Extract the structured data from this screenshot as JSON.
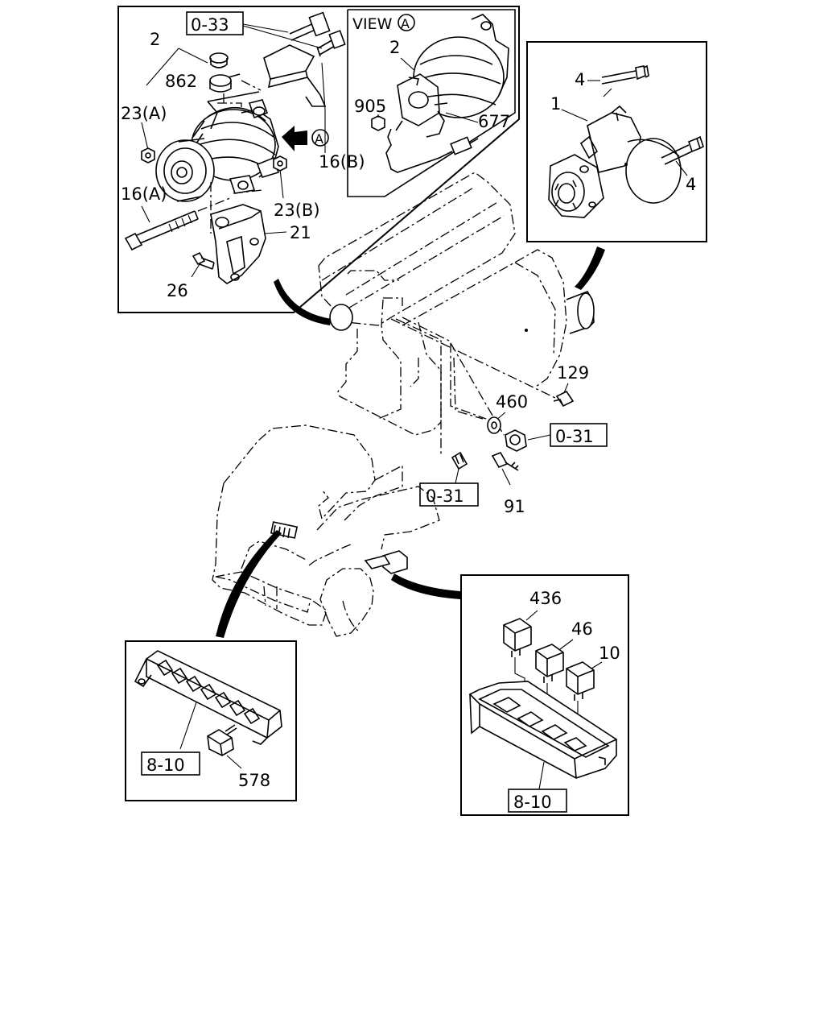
{
  "labels": {
    "ref_0_33": "0-33",
    "view_a_title": "VIEW",
    "circle_a": "A",
    "p2_left": "2",
    "p862": "862",
    "p23a": "23(A)",
    "p16a": "16(A)",
    "p16b": "16(B)",
    "p23b": "23(B)",
    "p21": "21",
    "p26": "26",
    "p2_view": "2",
    "p905": "905",
    "p677": "677",
    "p4_top": "4",
    "p1": "1",
    "p4_right": "4",
    "p129": "129",
    "p460": "460",
    "ref_0_31_right": "0-31",
    "ref_0_31_left": "0-31",
    "p91": "91",
    "p436": "436",
    "p46": "46",
    "p10": "10",
    "ref_8_10_left": "8-10",
    "ref_8_10_right": "8-10",
    "p578": "578"
  }
}
